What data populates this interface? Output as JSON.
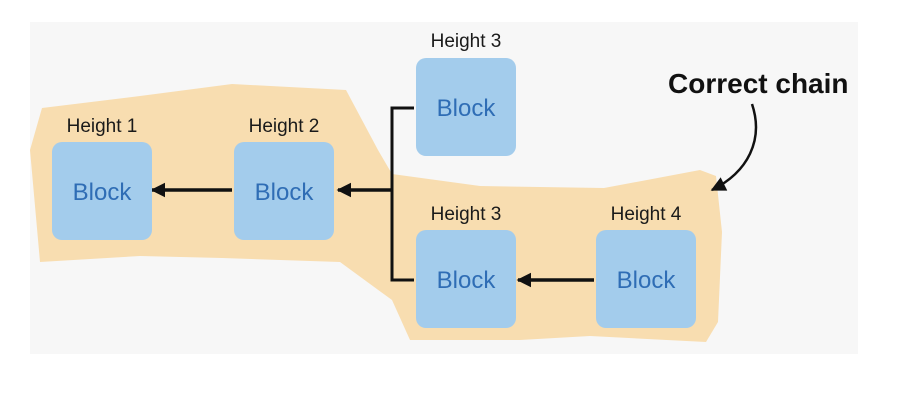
{
  "diagram": {
    "annotation": "Correct chain",
    "colors": {
      "panel": "#f7f7f7",
      "region": "#f8ddb0",
      "block_fill": "#a3ccec",
      "block_text": "#2f6db5",
      "arrow": "#111111"
    },
    "blocks": [
      {
        "id": "b1",
        "height_label": "Height 1",
        "text": "Block",
        "on_correct_chain": true
      },
      {
        "id": "b2",
        "height_label": "Height 2",
        "text": "Block",
        "on_correct_chain": true
      },
      {
        "id": "b3_orphan",
        "height_label": "Height 3",
        "text": "Block",
        "on_correct_chain": false
      },
      {
        "id": "b3_main",
        "height_label": "Height 3",
        "text": "Block",
        "on_correct_chain": true
      },
      {
        "id": "b4",
        "height_label": "Height 4",
        "text": "Block",
        "on_correct_chain": true
      }
    ],
    "links": [
      {
        "from": "b2",
        "to": "b1"
      },
      {
        "from": "b3_orphan",
        "to": "b2"
      },
      {
        "from": "b3_main",
        "to": "b2"
      },
      {
        "from": "b4",
        "to": "b3_main"
      }
    ]
  }
}
